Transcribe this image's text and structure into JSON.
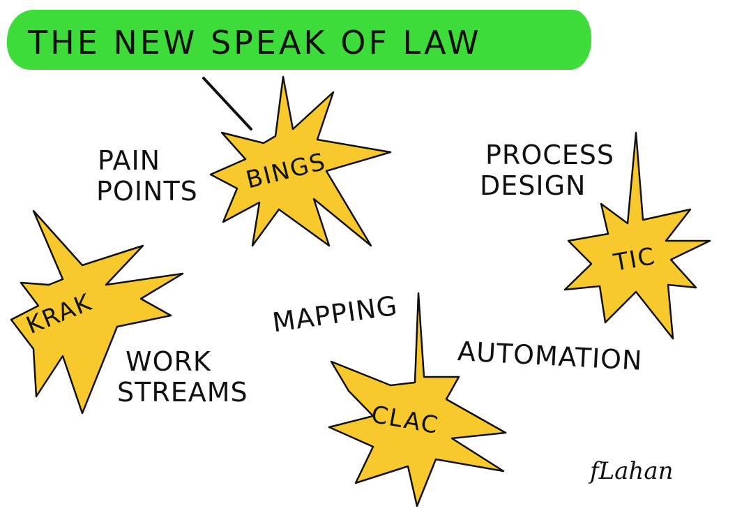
{
  "title": "THE NEW SPEAK OF LAW",
  "colors": {
    "banner": "#3ddc3a",
    "burst_fill": "#f7c92d",
    "ink": "#111111",
    "background": "#ffffff"
  },
  "bursts": [
    {
      "label": "BINGS"
    },
    {
      "label": "TIC"
    },
    {
      "label": "KRAK"
    },
    {
      "label": "CLAC"
    }
  ],
  "phrases": {
    "pain_points": [
      "PAIN",
      "POINTS"
    ],
    "process_design": [
      "PROCESS",
      "DESIGN"
    ],
    "mapping": "MAPPING",
    "work_streams": [
      "WORK",
      "STREAMS"
    ],
    "automation": "AUTOMATION"
  },
  "signature": "fLahan"
}
